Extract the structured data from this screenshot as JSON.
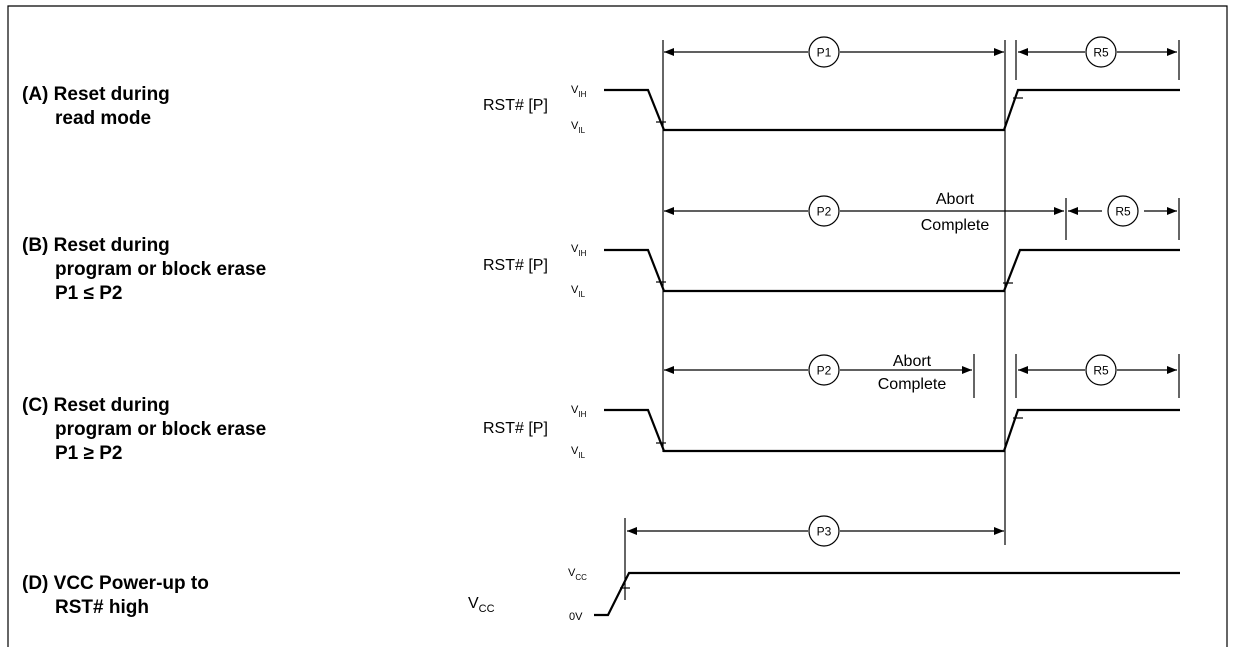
{
  "cases": [
    {
      "id": "A",
      "lines": [
        "(A) Reset during",
        "read mode"
      ],
      "signal": "RST# [P]",
      "high_level": {
        "main": "V",
        "sub": "IH"
      },
      "low_level": {
        "main": "V",
        "sub": "IL"
      }
    },
    {
      "id": "B",
      "lines": [
        "(B) Reset during",
        "program or block erase",
        "P1 ≤ P2"
      ],
      "signal": "RST# [P]",
      "high_level": {
        "main": "V",
        "sub": "IH"
      },
      "low_level": {
        "main": "V",
        "sub": "IL"
      },
      "note_lines": [
        "Abort",
        "Complete"
      ]
    },
    {
      "id": "C",
      "lines": [
        "(C) Reset during",
        "program or block erase",
        "P1 ≥ P2"
      ],
      "signal": "RST# [P]",
      "high_level": {
        "main": "V",
        "sub": "IH"
      },
      "low_level": {
        "main": "V",
        "sub": "IL"
      },
      "note_lines": [
        "Abort",
        "Complete"
      ]
    },
    {
      "id": "D",
      "lines": [
        "(D) VCC Power-up to",
        "RST# high"
      ],
      "signal": {
        "main": "V",
        "sub": "CC"
      },
      "high_level": {
        "main": "V",
        "sub": "CC"
      },
      "low_level": "0V"
    }
  ],
  "timing_params": {
    "p1": "P1",
    "p2": "P2",
    "p3": "P3",
    "r5": "R5"
  }
}
